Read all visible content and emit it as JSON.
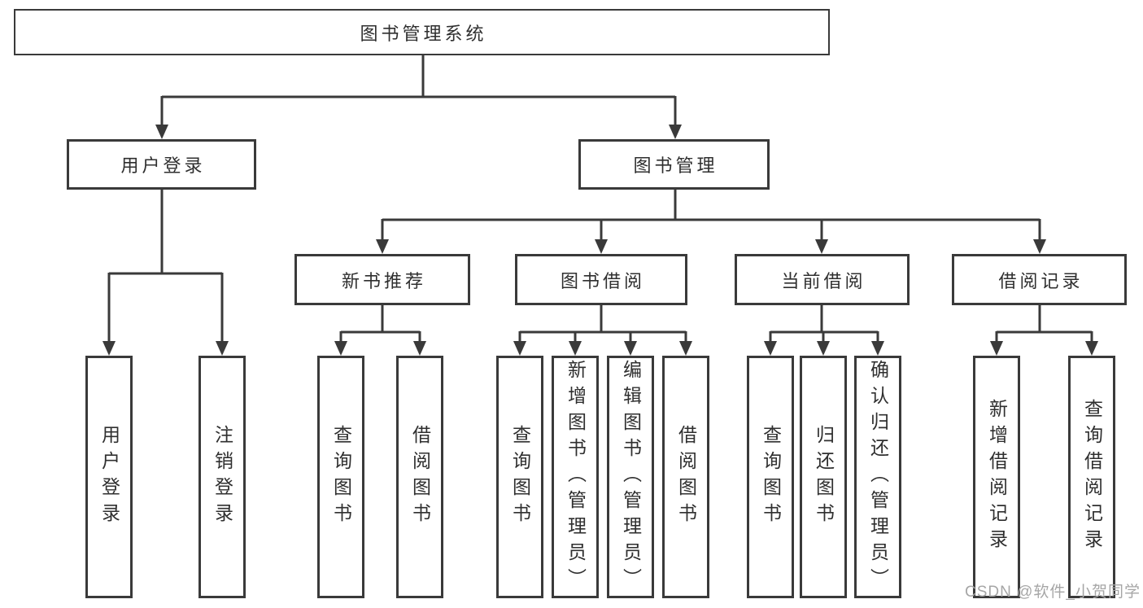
{
  "diagram": {
    "title": "图书管理系统",
    "root": {
      "label": "图书管理系统"
    },
    "level2": [
      {
        "label": "用户登录",
        "children": [
          {
            "label": "用户登录"
          },
          {
            "label": "注销登录"
          }
        ]
      },
      {
        "label": "图书管理",
        "children": [
          {
            "label": "新书推荐",
            "children": [
              {
                "label": "查询图书"
              },
              {
                "label": "借阅图书"
              }
            ]
          },
          {
            "label": "图书借阅",
            "children": [
              {
                "label": "查询图书"
              },
              {
                "label": "新增图书（管理员）"
              },
              {
                "label": "编辑图书（管理员）"
              },
              {
                "label": "借阅图书"
              }
            ]
          },
          {
            "label": "当前借阅",
            "children": [
              {
                "label": "查询图书"
              },
              {
                "label": "归还图书"
              },
              {
                "label": "确认归还（管理员）"
              }
            ]
          },
          {
            "label": "借阅记录",
            "children": [
              {
                "label": "新增借阅记录"
              },
              {
                "label": "查询借阅记录"
              }
            ]
          }
        ]
      }
    ]
  },
  "watermark": "CSDN @软件_小贺同学",
  "colors": {
    "line": "#3a3a3a",
    "border": "#3a3a3a",
    "text": "#2f2f2f",
    "background": "#ffffff",
    "watermark": "#a6a6a6"
  }
}
